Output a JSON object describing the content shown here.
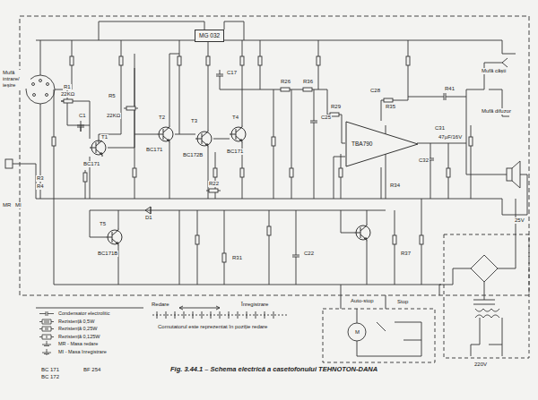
{
  "diagram": {
    "caption": "Fig. 3.44.1 – Schema electrică a casetofonului TEHNOTON-DANA",
    "nodes": [
      {
        "text": [
          "MG 032"
        ]
      },
      {
        "text": [
          "TBA790"
        ]
      }
    ],
    "labels": [
      "Mufă intrare/ ieșire",
      "R1",
      "22KΩ",
      "C1",
      "R3",
      "R4",
      "T1",
      "BC171",
      "R5",
      "22KΩ",
      "T2",
      "BC171",
      "T3",
      "BC172B",
      "T4",
      "BC171",
      "C17",
      "R26",
      "R36",
      "C25",
      "R29",
      "C28",
      "R35",
      "C31",
      "R41",
      "Mufă căști",
      "Mufă difuzor",
      "47µF/16V",
      "C32",
      "R34",
      "25V",
      "T5",
      "BC171B",
      "D1",
      "R22",
      "R31",
      "C22",
      "R37",
      "Auto-stop",
      "Stop",
      "M",
      "220V",
      "Redare",
      "Înregistrare",
      "Comutatorul este reprezentat în poziție redare",
      "BC 171",
      "BC 172",
      "BF 254",
      "MR",
      "MI"
    ],
    "legend": [
      {
        "text": "Condensator electrolitic"
      },
      {
        "text": "Rezistență 0,5W"
      },
      {
        "text": "Rezistență 0,25W"
      },
      {
        "text": "Rezistență 0,125W"
      },
      {
        "text": "MR - Masa redare"
      },
      {
        "text": "MI - Masa înregistrare"
      }
    ]
  }
}
